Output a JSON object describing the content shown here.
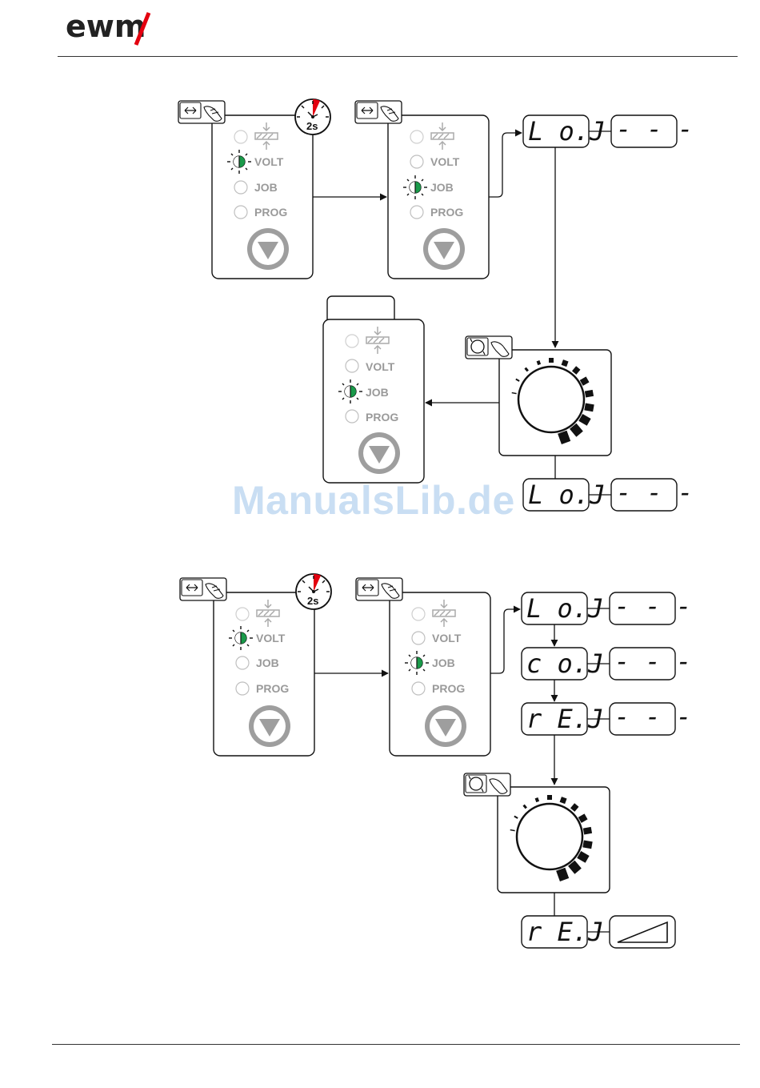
{
  "brand": {
    "logo_text": "ewm",
    "accent": "#e3000f"
  },
  "timer_label": "2s",
  "led_labels": {
    "volt": "VOLT",
    "job": "JOB",
    "prog": "PROG"
  },
  "displays": {
    "seq1_first_left": "L o.J",
    "seq1_first_right": "- - -",
    "seq1_final_left": "L o.J",
    "seq1_final_right": "- - -",
    "seq2_row1_left": "L o.J",
    "seq2_row1_right": "- - -",
    "seq2_row2_left": "c o.J",
    "seq2_row2_right": "- - -",
    "seq2_row3_left": "r E.J",
    "seq2_row3_right": "- - -",
    "seq2_final_left": "r E.J"
  },
  "watermark": "ManualsLib.de",
  "colors": {
    "led_active": "#1a9a4a",
    "control_grey": "#9e9e9e",
    "line": "#111111"
  }
}
